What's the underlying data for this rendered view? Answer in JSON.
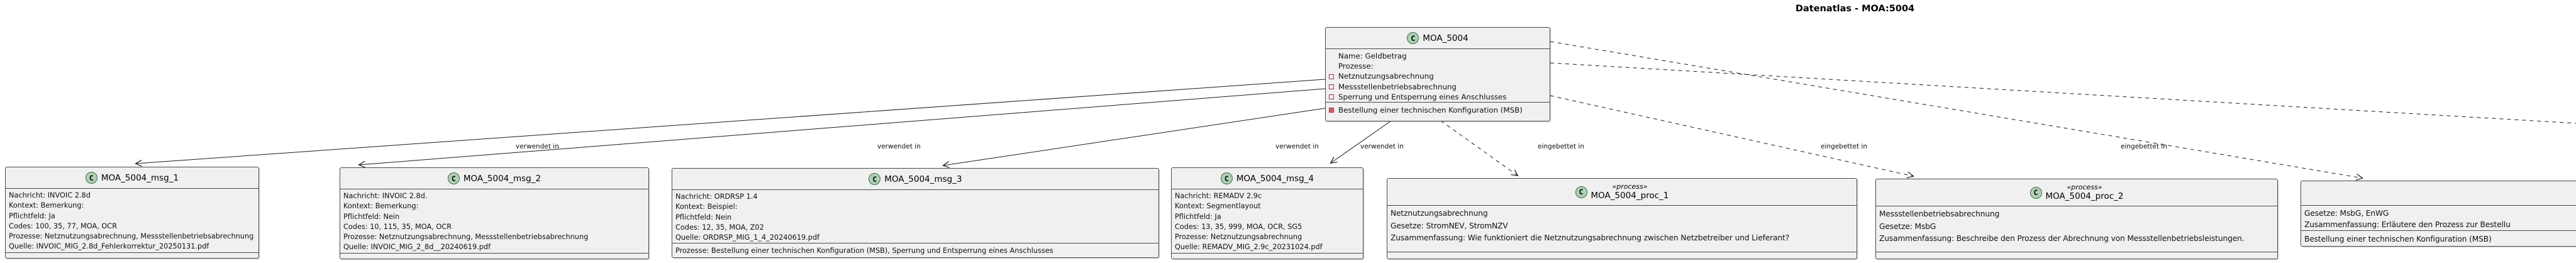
{
  "diagram_title": "Datenatlas - MOA:5004",
  "icon_letter": "C",
  "stereotype_process": "«process»",
  "edge_labels": {
    "used_in": "verwendet in",
    "embedded_in": "eingebettet in"
  },
  "colors": {
    "box_fill": "#f0f0f0",
    "box_border": "#4a4a4a",
    "class_circle_green": "#add1b2",
    "member_red": "#b03545",
    "method_square_fill": "#e9556b",
    "edge_line": "#1c1c1c"
  },
  "classes": {
    "moa_5004": {
      "name": "MOA_5004",
      "attrs": [
        "Name: Geldbetrag",
        "Prozesse:"
      ],
      "process_fields": [
        "Netznutzungsabrechnung",
        "Messstellenbetriebsabrechnung",
        "Sperrung und Entsperrung eines Anschlusses"
      ],
      "methods": [
        "Bestellung einer technischen Konfiguration (MSB)"
      ]
    },
    "msg_1": {
      "name": "MOA_5004_msg_1",
      "attrs": [
        "Nachricht: INVOIC 2.8d",
        "Kontext: Bemerkung:",
        "Pflichtfeld: Ja",
        "Codes: 100, 35, 77, MOA, OCR",
        "Prozesse: Netznutzungsabrechnung, Messstellenbetriebsabrechnung",
        "Quelle: INVOIC_MIG_2.8d_Fehlerkorrektur_20250131.pdf"
      ]
    },
    "msg_2": {
      "name": "MOA_5004_msg_2",
      "attrs": [
        "Nachricht: INVOIC 2.8d.",
        "Kontext: Bemerkung:",
        "Pflichtfeld: Nein",
        "Codes: 10, 115, 35, MOA, OCR",
        "Prozesse: Netznutzungsabrechnung, Messstellenbetriebsabrechnung",
        "Quelle: INVOIC_MIG_2_8d__20240619.pdf"
      ]
    },
    "msg_3": {
      "name": "MOA_5004_msg_3",
      "attrs": [
        "Nachricht: ORDRSP 1.4",
        "Kontext: Beispiel:",
        "Pflichtfeld: Nein",
        "Codes: 12, 35, MOA, Z02",
        "Quelle: ORDRSP_MIG_1_4_20240619.pdf"
      ],
      "methods": [
        "Prozesse: Bestellung einer technischen Konfiguration (MSB), Sperrung und Entsperrung eines Anschlusses"
      ]
    },
    "msg_4": {
      "name": "MOA_5004_msg_4",
      "attrs": [
        "Nachricht: REMADV 2.9c",
        "Kontext: Segmentlayout",
        "Pflichtfeld: Ja",
        "Codes: 13, 35, 999, MOA, OCR, SG5",
        "Prozesse: Netznutzungsabrechnung",
        "Quelle: REMADV_MIG_2.9c_20231024.pdf"
      ]
    },
    "proc_1": {
      "name": "MOA_5004_proc_1",
      "attrs": [
        "Netznutzungsabrechnung",
        "Gesetze: StromNEV, StromNZV",
        "Zusammenfassung: Wie funktioniert die Netznutzungsabrechnung zwischen Netzbetreiber und Lieferant?"
      ]
    },
    "proc_2": {
      "name": "MOA_5004_proc_2",
      "attrs": [
        "Messstellenbetriebsabrechnung",
        "Gesetze: MsbG",
        "Zusammenfassung: Beschreibe den Prozess der Abrechnung von Messstellenbetriebsleistungen."
      ]
    },
    "proc_3": {
      "attrs": [
        "Gesetze: MsbG, EnWG",
        "Zusammenfassung: Erläutere den Prozess zur Bestellu"
      ],
      "methods": [
        "Bestellung einer technischen Konfiguration (MSB)"
      ]
    }
  }
}
